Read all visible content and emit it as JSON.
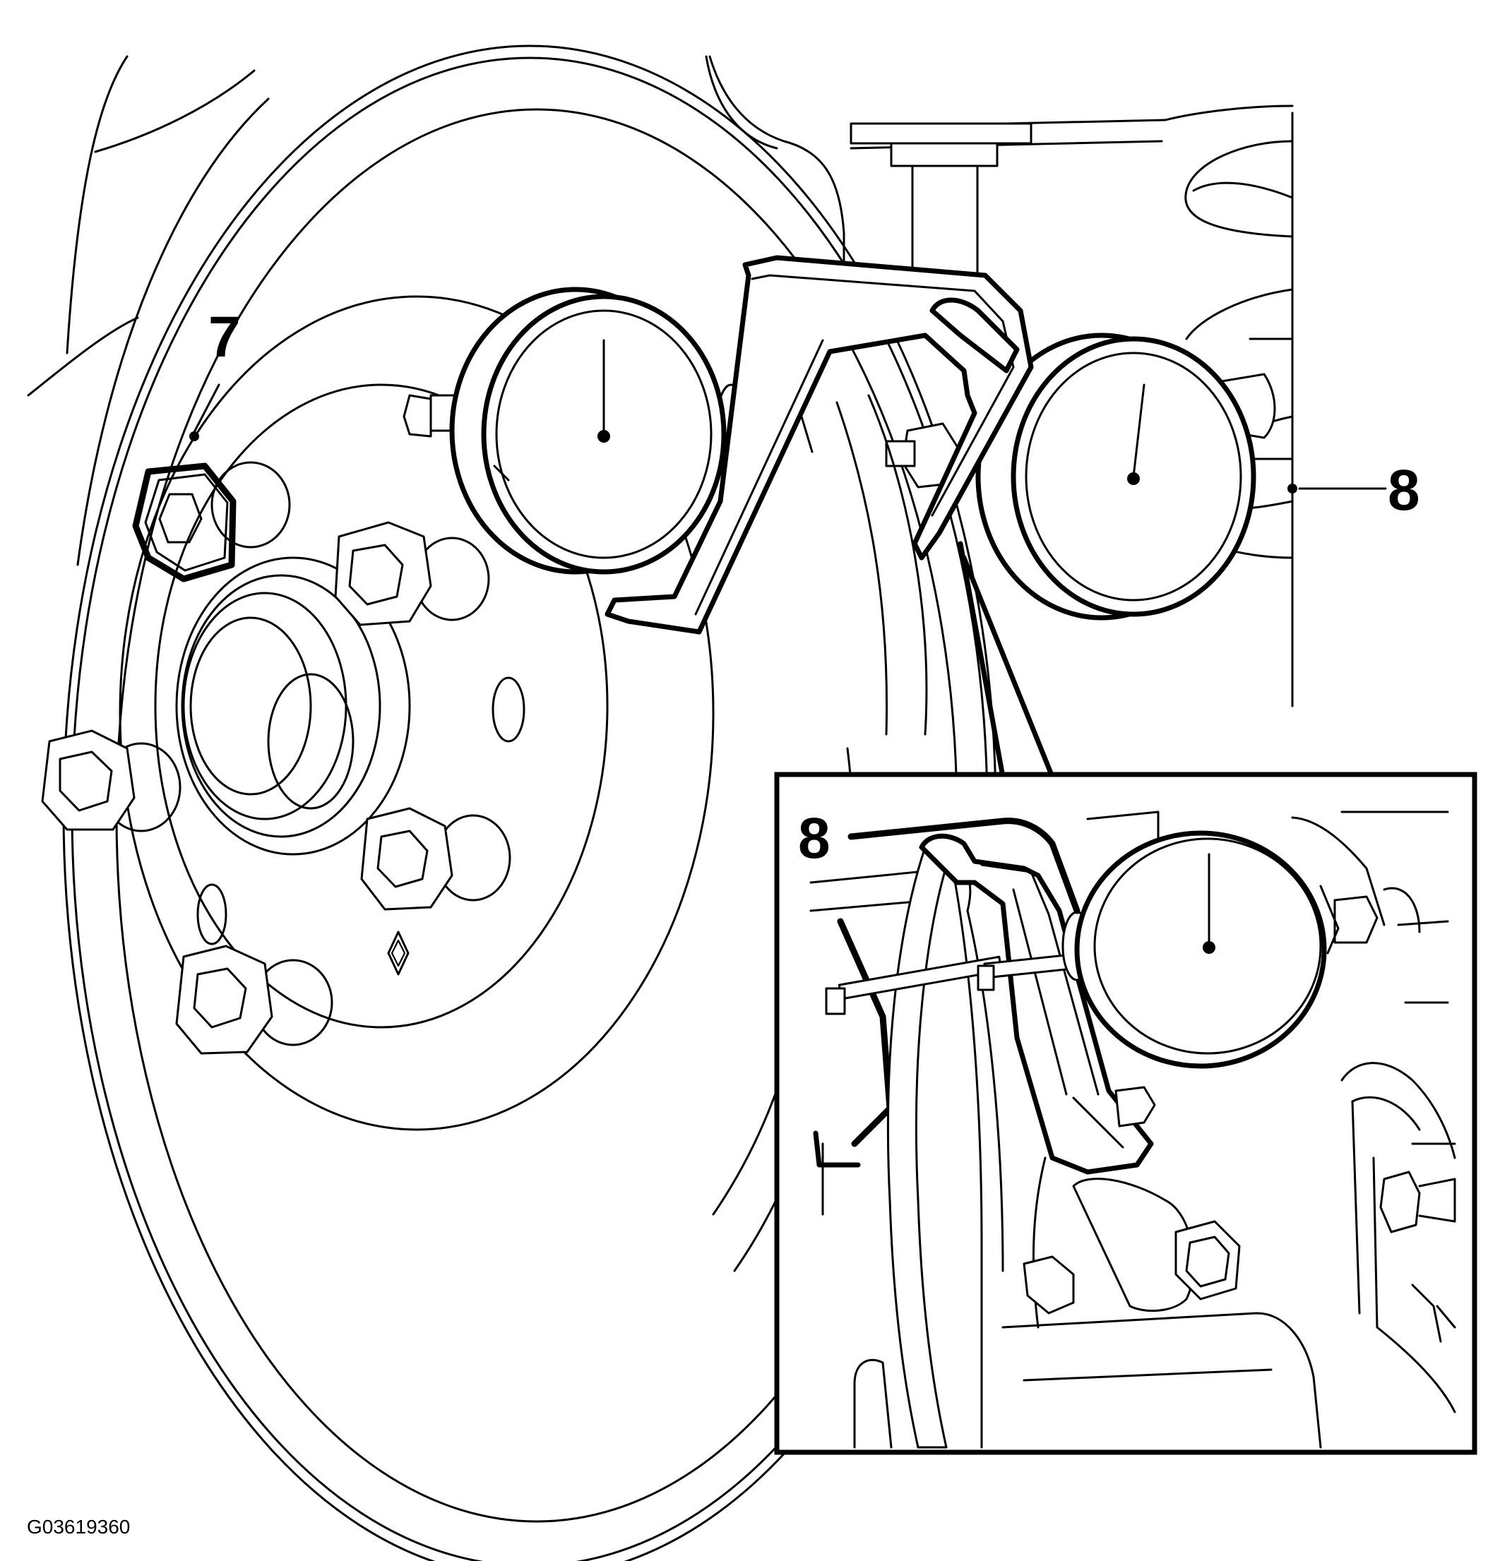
{
  "figure": {
    "code": "G03619360"
  },
  "callouts": {
    "lug_bolt": "7",
    "dial_gauge_main": "8",
    "dial_gauge_inset": "8"
  },
  "colors": {
    "line": "#000000",
    "background": "#ffffff"
  }
}
